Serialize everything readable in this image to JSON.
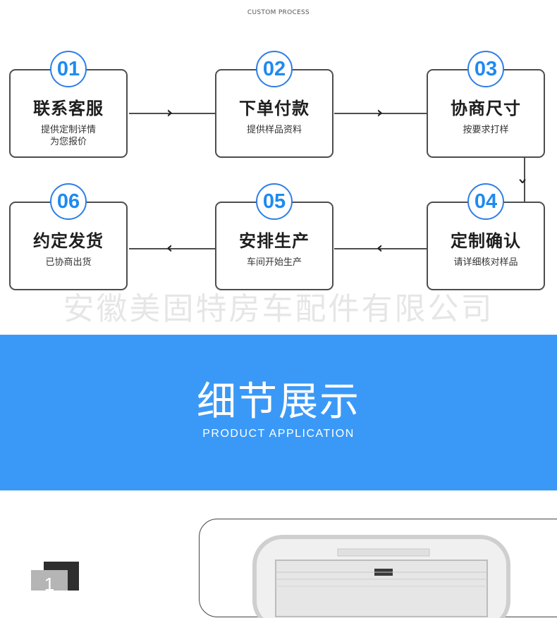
{
  "header": {
    "process_title": "CUSTOM PROCESS"
  },
  "steps": [
    {
      "num": "01",
      "title": "联系客服",
      "desc": "提供定制详情\n为您报价"
    },
    {
      "num": "02",
      "title": "下单付款",
      "desc": "提供样品资料"
    },
    {
      "num": "03",
      "title": "协商尺寸",
      "desc": "按要求打样"
    },
    {
      "num": "04",
      "title": "定制确认",
      "desc": "请详细核对样品"
    },
    {
      "num": "05",
      "title": "安排生产",
      "desc": "车间开始生产"
    },
    {
      "num": "06",
      "title": "约定发货",
      "desc": "已协商出货"
    }
  ],
  "watermark": "安徽美固特房车配件有限公司",
  "banner": {
    "title": "细节展示",
    "subtitle": "PRODUCT APPLICATION",
    "color": "#3a99f7"
  },
  "detail": {
    "number": "1"
  },
  "icons": {
    "arrow_right": "chevron-right-icon",
    "arrow_left": "chevron-left-icon",
    "arrow_down": "chevron-down-icon"
  },
  "colors": {
    "accent": "#1f8af0",
    "border": "#4d4d4d"
  }
}
